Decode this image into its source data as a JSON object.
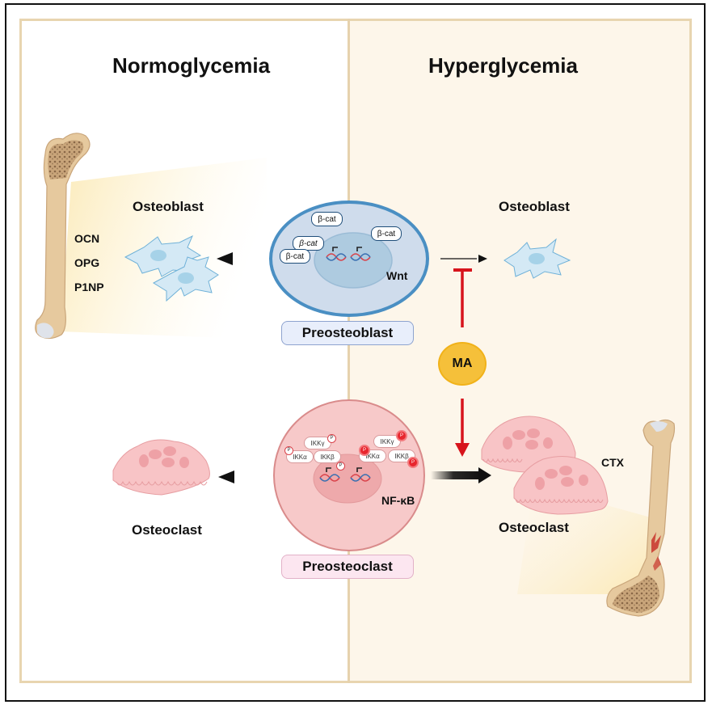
{
  "titles": {
    "left": "Normoglycemia",
    "right": "Hyperglycemia"
  },
  "left_panel": {
    "osteoblast_label": "Osteoblast",
    "osteoclast_label": "Osteoclast",
    "bone_markers": [
      "OCN",
      "OPG",
      "P1NP"
    ]
  },
  "right_panel": {
    "osteoblast_label": "Osteoblast",
    "osteoclast_label": "Osteoclast",
    "bone_marker": "CTX"
  },
  "preosteoblast": {
    "label": "Preosteoblast",
    "pathway": "Wnt",
    "proteins": [
      "β-cat",
      "β-cat",
      "β-cat",
      "β-cat"
    ]
  },
  "preosteoclast": {
    "label": "Preosteoclast",
    "pathway": "NF-κB",
    "proteins_left": [
      "IKKγ",
      "IKKα",
      "IKKβ"
    ],
    "proteins_right": [
      "IKKγ",
      "IKKα",
      "IKKβ"
    ],
    "phospho_label": "P"
  },
  "drug": {
    "label": "MA",
    "effects": [
      "inhibits osteoblast differentiation pathway",
      "promotes osteoclast differentiation"
    ]
  },
  "colors": {
    "frame_border": "#111111",
    "panel_border": "#e8d5b0",
    "right_bg": "#fdf6ea",
    "preosteoblast_cell": "#cfdcec",
    "preosteoblast_border": "#4a8fc3",
    "preosteoclast_cell": "#f7c9c9",
    "preosteoclast_border": "#d98b8b",
    "ma_fill": "#f5c03a",
    "inhibit_arrow": "#d7141c",
    "osteoblast_fill": "#d4e9f5",
    "osteoclast_fill": "#f8c4c6",
    "bone": "#e6c99e"
  }
}
